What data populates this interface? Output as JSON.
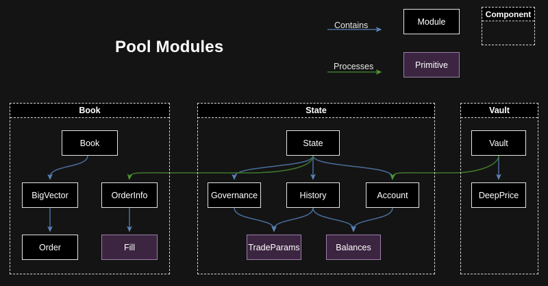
{
  "title": "Pool Modules",
  "theme": {
    "background": "#141414",
    "module_fill": "#000000",
    "module_border": "#e6e6e6",
    "primitive_fill": "#3b2540",
    "primitive_border": "#9e7fad",
    "group_border": "#dcdcdc",
    "contains_color": "#4a6f9e",
    "processes_color": "#3f7a2c",
    "text_color": "#ffffff"
  },
  "legend": {
    "contains_label": "Contains",
    "processes_label": "Processes",
    "module_label": "Module",
    "primitive_label": "Primitive",
    "component_label": "Component"
  },
  "groups": [
    {
      "id": "book",
      "label": "Book",
      "nodes": [
        {
          "id": "book",
          "label": "Book",
          "type": "module"
        },
        {
          "id": "bigvector",
          "label": "BigVector",
          "type": "module"
        },
        {
          "id": "orderinfo",
          "label": "OrderInfo",
          "type": "module"
        },
        {
          "id": "order",
          "label": "Order",
          "type": "module"
        },
        {
          "id": "fill",
          "label": "Fill",
          "type": "primitive"
        }
      ]
    },
    {
      "id": "state",
      "label": "State",
      "nodes": [
        {
          "id": "state",
          "label": "State",
          "type": "module"
        },
        {
          "id": "governance",
          "label": "Governance",
          "type": "module"
        },
        {
          "id": "history",
          "label": "History",
          "type": "module"
        },
        {
          "id": "account",
          "label": "Account",
          "type": "module"
        },
        {
          "id": "tradeparams",
          "label": "TradeParams",
          "type": "primitive"
        },
        {
          "id": "balances",
          "label": "Balances",
          "type": "primitive"
        }
      ]
    },
    {
      "id": "vault",
      "label": "Vault",
      "nodes": [
        {
          "id": "vault",
          "label": "Vault",
          "type": "module"
        },
        {
          "id": "deepprice",
          "label": "DeepPrice",
          "type": "module"
        }
      ]
    }
  ],
  "edges": [
    {
      "from": "book",
      "to": "bigvector",
      "kind": "contains"
    },
    {
      "from": "bigvector",
      "to": "order",
      "kind": "contains"
    },
    {
      "from": "orderinfo",
      "to": "fill",
      "kind": "contains"
    },
    {
      "from": "state",
      "to": "governance",
      "kind": "contains"
    },
    {
      "from": "state",
      "to": "history",
      "kind": "contains"
    },
    {
      "from": "state",
      "to": "account",
      "kind": "contains"
    },
    {
      "from": "governance",
      "to": "tradeparams",
      "kind": "contains"
    },
    {
      "from": "history",
      "to": "tradeparams",
      "kind": "contains"
    },
    {
      "from": "history",
      "to": "balances",
      "kind": "contains"
    },
    {
      "from": "account",
      "to": "balances",
      "kind": "contains"
    },
    {
      "from": "vault",
      "to": "deepprice",
      "kind": "contains"
    },
    {
      "from": "state",
      "to": "orderinfo",
      "kind": "processes"
    },
    {
      "from": "vault",
      "to": "account",
      "kind": "processes"
    }
  ]
}
